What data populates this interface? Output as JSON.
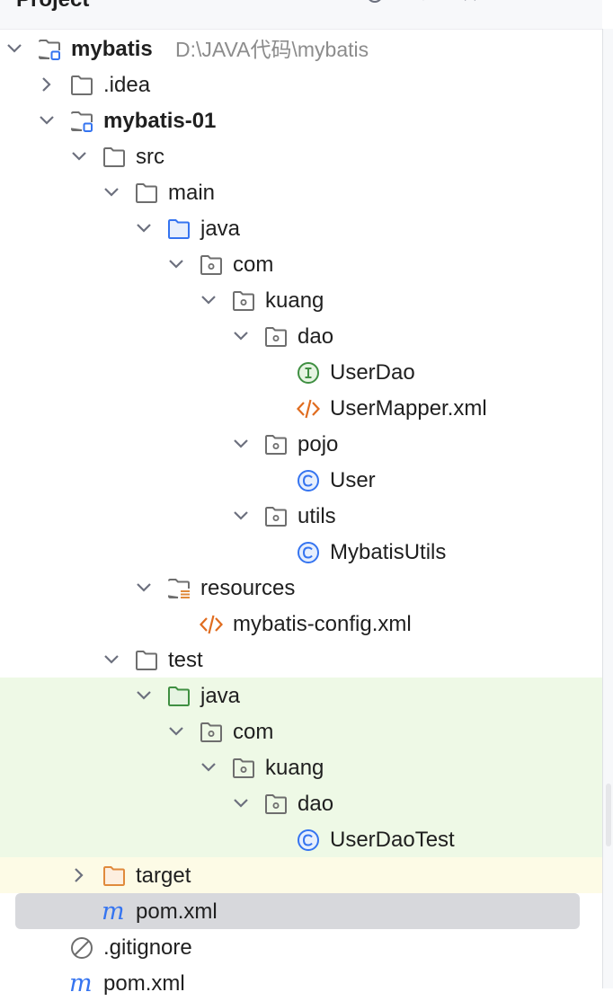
{
  "header": {
    "title": "Project"
  },
  "colors": {
    "folder": "#6e6e6e",
    "source_folder": "#3574f0",
    "test_folder": "#3f8f42",
    "excluded_folder": "#e08a3c",
    "interface_icon": "#3f8f42",
    "class_icon": "#3574f0",
    "xml_icon": "#e06c1f",
    "maven_icon": "#3574f0",
    "test_highlight": "#eef9e6",
    "target_highlight": "#fdfbe6",
    "selection": "#d7d8dc"
  },
  "tree": [
    {
      "label": "mybatis",
      "path": "D:\\JAVA代码\\mybatis",
      "icon": "module-folder-icon",
      "expanded": true,
      "bold": true
    },
    {
      "label": ".idea",
      "icon": "folder-icon",
      "expanded": false
    },
    {
      "label": "mybatis-01",
      "icon": "module-folder-icon",
      "expanded": true,
      "bold": true
    },
    {
      "label": "src",
      "icon": "folder-icon",
      "expanded": true
    },
    {
      "label": "main",
      "icon": "folder-icon",
      "expanded": true
    },
    {
      "label": "java",
      "icon": "source-folder-icon",
      "expanded": true
    },
    {
      "label": "com",
      "icon": "package-icon",
      "expanded": true
    },
    {
      "label": "kuang",
      "icon": "package-icon",
      "expanded": true
    },
    {
      "label": "dao",
      "icon": "package-icon",
      "expanded": true
    },
    {
      "label": "UserDao",
      "icon": "interface-icon"
    },
    {
      "label": "UserMapper.xml",
      "icon": "xml-file-icon"
    },
    {
      "label": "pojo",
      "icon": "package-icon",
      "expanded": true
    },
    {
      "label": "User",
      "icon": "class-icon"
    },
    {
      "label": "utils",
      "icon": "package-icon",
      "expanded": true
    },
    {
      "label": "MybatisUtils",
      "icon": "class-icon"
    },
    {
      "label": "resources",
      "icon": "resources-folder-icon",
      "expanded": true
    },
    {
      "label": "mybatis-config.xml",
      "icon": "xml-file-icon"
    },
    {
      "label": "test",
      "icon": "folder-icon",
      "expanded": true
    },
    {
      "label": "java",
      "icon": "test-source-folder-icon",
      "expanded": true,
      "highlight": "test"
    },
    {
      "label": "com",
      "icon": "package-icon",
      "expanded": true,
      "highlight": "test"
    },
    {
      "label": "kuang",
      "icon": "package-icon",
      "expanded": true,
      "highlight": "test"
    },
    {
      "label": "dao",
      "icon": "package-icon",
      "expanded": true,
      "highlight": "test"
    },
    {
      "label": "UserDaoTest",
      "icon": "class-icon",
      "highlight": "test"
    },
    {
      "label": "target",
      "icon": "excluded-folder-icon",
      "expanded": false,
      "highlight": "target"
    },
    {
      "label": "pom.xml",
      "icon": "maven-icon",
      "selected": true
    },
    {
      "label": ".gitignore",
      "icon": "ignored-file-icon"
    },
    {
      "label": "pom.xml",
      "icon": "maven-icon"
    }
  ]
}
